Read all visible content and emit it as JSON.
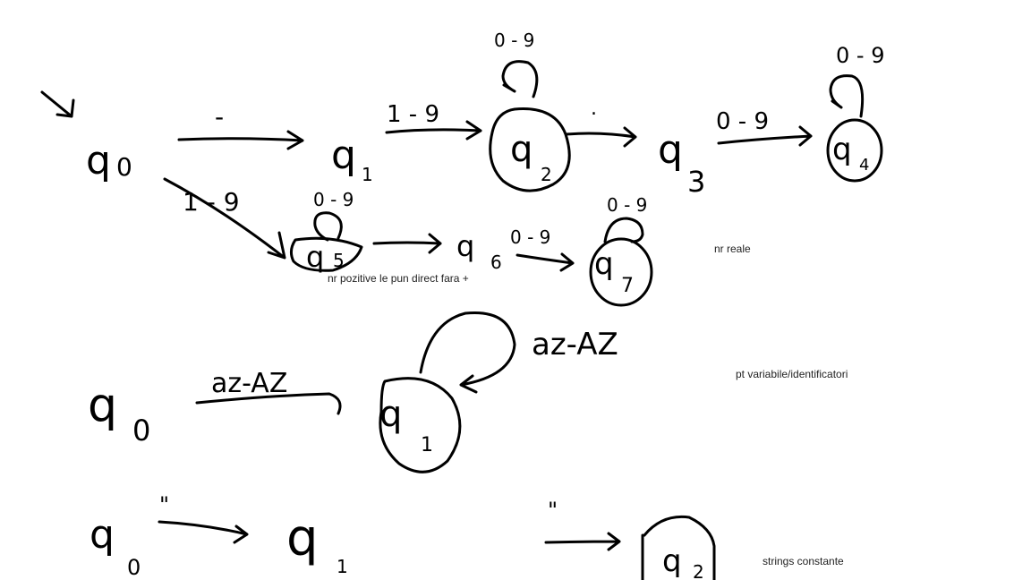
{
  "diagrams": [
    {
      "id": "real-numbers",
      "note": "nr reale",
      "sub_note": "nr pozitive le pun direct fara +",
      "states": [
        {
          "name": "q",
          "sub": "0",
          "final": false
        },
        {
          "name": "q",
          "sub": "1",
          "final": false
        },
        {
          "name": "q",
          "sub": "2",
          "final": true
        },
        {
          "name": "q",
          "sub": "3",
          "final": false
        },
        {
          "name": "q",
          "sub": "4",
          "final": true
        },
        {
          "name": "q",
          "sub": "5",
          "final": true
        },
        {
          "name": "q",
          "sub": "6",
          "final": false
        },
        {
          "name": "q",
          "sub": "7",
          "final": true
        }
      ],
      "transitions": [
        {
          "from": "q0",
          "to": "q1",
          "label": "-"
        },
        {
          "from": "q1",
          "to": "q2",
          "label": "1 - 9"
        },
        {
          "from": "q2",
          "to": "q2",
          "label": "0 - 9"
        },
        {
          "from": "q2",
          "to": "q3",
          "label": "."
        },
        {
          "from": "q3",
          "to": "q4",
          "label": "0 - 9"
        },
        {
          "from": "q4",
          "to": "q4",
          "label": "0 - 9"
        },
        {
          "from": "q0",
          "to": "q5",
          "label": "1 - 9"
        },
        {
          "from": "q5",
          "to": "q5",
          "label": "0 - 9"
        },
        {
          "from": "q5",
          "to": "q6",
          "label": ""
        },
        {
          "from": "q6",
          "to": "q7",
          "label": "0 - 9"
        },
        {
          "from": "q7",
          "to": "q7",
          "label": "0 - 9"
        }
      ]
    },
    {
      "id": "identifiers",
      "note": "pt variabile/identificatori",
      "states": [
        {
          "name": "q",
          "sub": "0",
          "final": false
        },
        {
          "name": "q",
          "sub": "1",
          "final": true
        }
      ],
      "transitions": [
        {
          "from": "q0",
          "to": "q1",
          "label": "az-AZ"
        },
        {
          "from": "q1",
          "to": "q1",
          "label": "az-AZ"
        }
      ]
    },
    {
      "id": "strings",
      "note": "strings constante",
      "states": [
        {
          "name": "q",
          "sub": "0",
          "final": false
        },
        {
          "name": "q",
          "sub": "1",
          "final": false
        },
        {
          "name": "q",
          "sub": "2",
          "final": true
        }
      ],
      "transitions": [
        {
          "from": "q0",
          "to": "q1",
          "label": "\""
        },
        {
          "from": "q1",
          "to": "q2",
          "label": "\""
        }
      ]
    }
  ]
}
